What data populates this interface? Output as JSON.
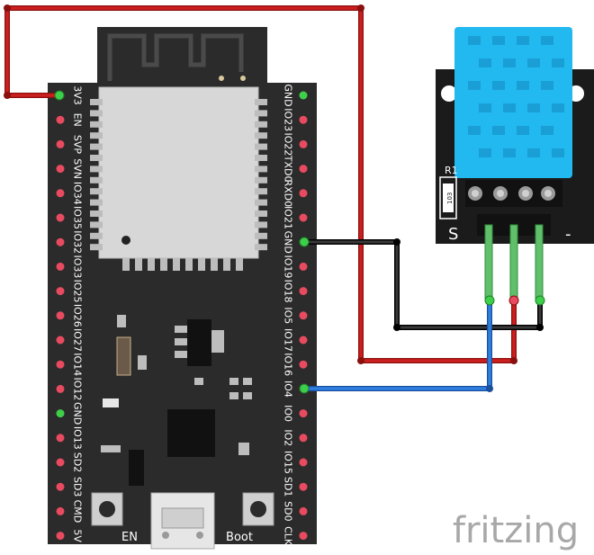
{
  "esp32": {
    "left_pins": [
      "3V3",
      "EN",
      "SVP",
      "SVN",
      "IO34",
      "IO35",
      "IO32",
      "IO33",
      "IO25",
      "IO26",
      "IO27",
      "IO14",
      "IO12",
      "GND",
      "IO13",
      "SD2",
      "SD3",
      "CMD",
      "5V"
    ],
    "right_pins": [
      "GND",
      "IO23",
      "IO22",
      "TXD0",
      "RXD0",
      "IO21",
      "GND",
      "IO19",
      "IO18",
      "IO5",
      "IO17",
      "IO16",
      "IO4",
      "IO0",
      "IO2",
      "IO15",
      "SD1",
      "SD0",
      "CLK"
    ],
    "buttons": {
      "en": "EN",
      "boot": "Boot"
    }
  },
  "dht_module": {
    "resistor_label": "R1",
    "resistor_code": "103",
    "signal_label": "S",
    "minus_label": "-"
  },
  "wires": [
    {
      "id": "power",
      "from": "3V3",
      "to": "VCC",
      "color": "#cc1f1f"
    },
    {
      "id": "ground",
      "from": "GND",
      "to": "GND",
      "color": "#1f1f1f"
    },
    {
      "id": "data",
      "from": "IO4",
      "to": "S",
      "color": "#2a6fd1"
    }
  ],
  "watermark": "fritzing",
  "colors": {
    "board": "#2b2b2b",
    "pin_red": "#e84a5f",
    "pin_green": "#3ecf4a",
    "sensor_blue": "#22b8f0",
    "wire_red": "#cc1f1f",
    "wire_black": "#1f1f1f",
    "wire_blue": "#2a6fd1",
    "lead_green": "#5fbf6a"
  }
}
